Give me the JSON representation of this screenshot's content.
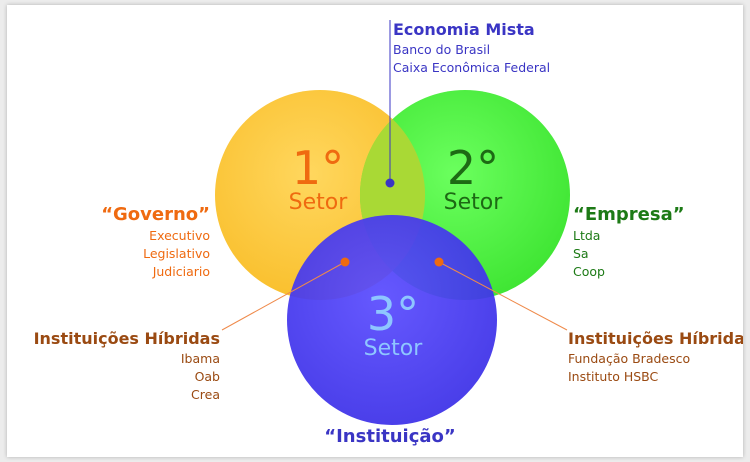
{
  "colors": {
    "sector1": "#fdc83f",
    "sector2": "#4ef544",
    "sector3": "#4538f3",
    "orange": "#ef6a10",
    "green": "#1d7a16",
    "blue": "#3a35c4",
    "brown": "#9a4a12"
  },
  "sectors": [
    {
      "number": "1°",
      "label": "Setor"
    },
    {
      "number": "2°",
      "label": "Setor"
    },
    {
      "number": "3°",
      "label": "Setor"
    }
  ],
  "economia_mista": {
    "title": "Economia Mista",
    "items": [
      "Banco do Brasil",
      "Caixa Econômica Federal"
    ]
  },
  "governo": {
    "title": "“Governo”",
    "items": [
      "Executivo",
      "Legislativo",
      "Judiciario"
    ]
  },
  "empresa": {
    "title": "“Empresa”",
    "items": [
      "Ltda",
      "Sa",
      "Coop"
    ]
  },
  "hibridas_left": {
    "title": "Instituições Híbridas",
    "items": [
      "Ibama",
      "Oab",
      "Crea"
    ]
  },
  "hibridas_right": {
    "title": "Instituições Híbrida",
    "items": [
      "Fundação Bradesco",
      "Instituto HSBC"
    ]
  },
  "instituicao": {
    "title": "“Instituição”"
  }
}
